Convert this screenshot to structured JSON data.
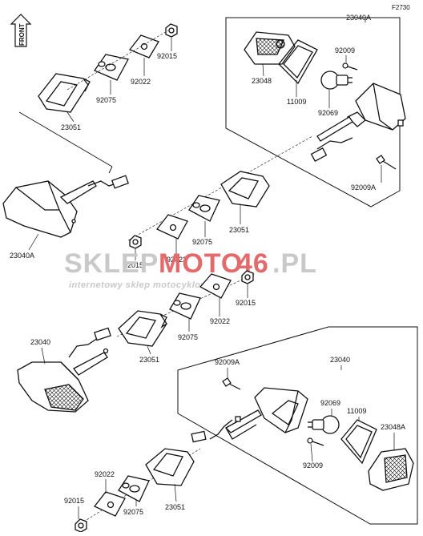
{
  "diagram": {
    "figure_code": "F2730",
    "direction_label": "FRONT",
    "watermark": {
      "brand_prefix": "SKLEP",
      "brand_moto": "MOTO",
      "brand_number": "46",
      "brand_suffix": ".PL",
      "tagline": "internetowy sklep motocyklowy"
    },
    "part_labels": {
      "a1": "23040A",
      "a2": "23048",
      "a3": "92009",
      "a4": "11009",
      "a5": "92069",
      "a6": "92009A",
      "b1": "92015",
      "b2": "92022",
      "b3": "92075",
      "b4": "23051",
      "c1": "23040A",
      "d1": "23051",
      "d2": "92075",
      "d3": "92015",
      "d4": "92022",
      "e1": "92015",
      "e2": "92022",
      "e3": "92075",
      "e4": "23051",
      "f1": "23040",
      "g1": "23040",
      "g2": "92009A",
      "g3": "92069",
      "g4": "11009",
      "g5": "23048A",
      "g6": "92009",
      "h1": "92022",
      "h2": "92015",
      "h3": "92075",
      "h4": "23051"
    },
    "colors": {
      "ink": "#111111",
      "watermark_gray": "#c9c9c9",
      "watermark_red": "#e36a6a"
    }
  }
}
